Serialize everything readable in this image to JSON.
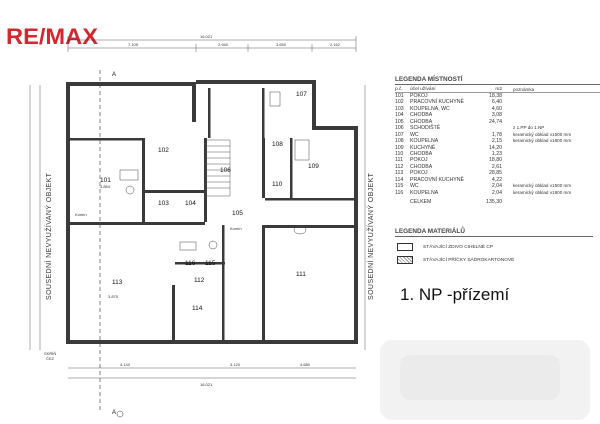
{
  "brand": {
    "logo_text": "RE/MAX",
    "color_red": "#d7262e",
    "color_blue": "#1f4a9c"
  },
  "plan": {
    "rooms": [
      {
        "id": "101",
        "label": "101",
        "area": "3.864"
      },
      {
        "id": "102",
        "label": "102"
      },
      {
        "id": "103",
        "label": "103"
      },
      {
        "id": "104",
        "label": "104"
      },
      {
        "id": "105",
        "label": "105"
      },
      {
        "id": "106",
        "label": "106"
      },
      {
        "id": "107",
        "label": "107"
      },
      {
        "id": "108",
        "label": "108"
      },
      {
        "id": "109",
        "label": "109"
      },
      {
        "id": "110",
        "label": "110"
      },
      {
        "id": "111",
        "label": "111"
      },
      {
        "id": "112",
        "label": "112"
      },
      {
        "id": "113",
        "label": "113",
        "area": "3.875"
      },
      {
        "id": "114",
        "label": "114"
      },
      {
        "id": "115",
        "label": "115"
      },
      {
        "id": "116",
        "label": "116"
      }
    ],
    "top_dimensions": [
      "7.105",
      "2.940",
      "3.650",
      "2.162"
    ],
    "bottom_dimensions": [
      "4.140",
      "3.120",
      "4.680"
    ],
    "overall_width": "16.021",
    "side_label": "SOUSEDNÍ NEVYUŽÍVANÝ OBJEKT",
    "section_marker": "A",
    "chimney_label": "Komín",
    "vent_label": "SKŘÍŇ ČEZ"
  },
  "legend": {
    "title": "LEGENDA MÍSTNOSTÍ",
    "header_num": "p.č.",
    "header_name": "účel užívání",
    "header_area": "m2",
    "header_note": "poznámka",
    "rooms": [
      {
        "num": "101",
        "name": "POKOJ",
        "area": "18,38",
        "note": ""
      },
      {
        "num": "102",
        "name": "PRACOVNÍ KUCHYNĚ",
        "area": "6,40",
        "note": ""
      },
      {
        "num": "103",
        "name": "KOUPELNA, WC",
        "area": "4,60",
        "note": ""
      },
      {
        "num": "104",
        "name": "CHODBA",
        "area": "3,08",
        "note": ""
      },
      {
        "num": "105",
        "name": "CHODBA",
        "area": "24,74",
        "note": ""
      },
      {
        "num": "106",
        "name": "SCHODIŠTĚ",
        "area": "",
        "note": "z 1.PP do 1.NP"
      },
      {
        "num": "107",
        "name": "WC",
        "area": "1,78",
        "note": "keramický obklad v1500 mm"
      },
      {
        "num": "108",
        "name": "KOUPELNA",
        "area": "2,15",
        "note": "keramický obklad v1800 mm"
      },
      {
        "num": "109",
        "name": "KUCHYNĚ",
        "area": "14,20",
        "note": ""
      },
      {
        "num": "110",
        "name": "CHODBA",
        "area": "1,23",
        "note": ""
      },
      {
        "num": "111",
        "name": "POKOJ",
        "area": "18,80",
        "note": ""
      },
      {
        "num": "112",
        "name": "CHODBA",
        "area": "2,61",
        "note": ""
      },
      {
        "num": "113",
        "name": "POKOJ",
        "area": "28,85",
        "note": ""
      },
      {
        "num": "114",
        "name": "PRACOVNÍ KUCHYNĚ",
        "area": "4,22",
        "note": ""
      },
      {
        "num": "115",
        "name": "WC",
        "area": "2,04",
        "note": "keramický obklad v1500 mm"
      },
      {
        "num": "116",
        "name": "KOUPELNA",
        "area": "2,04",
        "note": "keramický obklad v1800 mm"
      }
    ],
    "total_label": "CELKEM",
    "total_value": "135,30"
  },
  "materials": {
    "title": "LEGENDA MATERIÁLŮ",
    "items": [
      {
        "label": "STÁVAJÍCÍ ZDIVO CIHELNÉ CP",
        "style": "plain"
      },
      {
        "label": "STÁVAJÍCÍ PŘÍČKY SÁDROKARTONOVÉ",
        "style": "hatch"
      }
    ]
  },
  "floor_title": "1. NP -přízemí"
}
